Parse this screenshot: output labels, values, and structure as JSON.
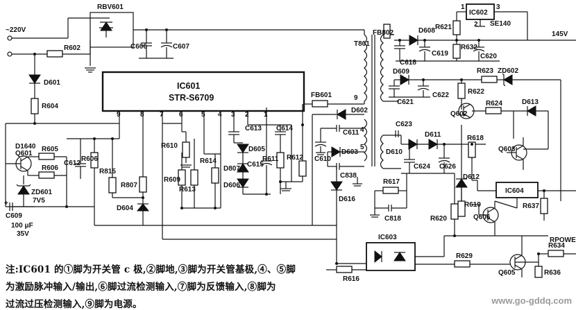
{
  "ic": {
    "ref": "IC601",
    "part": "STR-S6709",
    "pins": [
      "9",
      "8",
      "7",
      "6",
      "5",
      "4",
      "3",
      "2",
      "1"
    ]
  },
  "labels": {
    "ac_in": "~220V",
    "rbv": "RBV601",
    "ic602": "IC602",
    "se140": "SE140",
    "v145": "145V",
    "t801": "T801",
    "ic604": "IC604",
    "ic603": "IC603",
    "rpower": "RPOWER",
    "c609_val": "100 μF",
    "c609_v": "35V",
    "zd601_v": "7V5"
  },
  "resistors": [
    "R602",
    "R604",
    "R605",
    "R606",
    "R815",
    "R606",
    "R807",
    "R610",
    "R609",
    "R613",
    "R614",
    "R611",
    "R612",
    "R617",
    "R616",
    "R621",
    "R632",
    "R623",
    "R622",
    "R624",
    "R618",
    "R620",
    "R619",
    "R637",
    "R629",
    "R634",
    "R636"
  ],
  "capacitors": [
    "C606",
    "C607",
    "C612",
    "C613",
    "C614",
    "C615",
    "C611",
    "C610",
    "C838",
    "C818",
    "C618",
    "C619",
    "C620",
    "C621",
    "C622",
    "C623",
    "C624",
    "C626",
    "C609"
  ],
  "diodes": [
    "D601",
    "D602",
    "D603",
    "D616",
    "D604",
    "D605",
    "D807",
    "D606",
    "D608",
    "D609",
    "D610",
    "D611",
    "D612",
    "D613",
    "ZD602",
    "ZD601"
  ],
  "others": [
    "D1640",
    "Q601",
    "Q602",
    "Q603",
    "Q606",
    "Q605",
    "FB601",
    "FB802"
  ],
  "pin_numbers": {
    "p1": "1",
    "p2": "2",
    "p3": "3",
    "n9": "9",
    "n4": "4",
    "n5": "5"
  },
  "notes": {
    "line1": "注:IC601 的①脚为开关管 c 极,②脚地,③脚为开关管基极,④、⑤脚",
    "line2": "为激励脉冲输入/输出,⑥脚过流检测输入,⑦脚为反馈输入,⑧脚为",
    "line3": "过流过压检测输入,⑨脚为电源。"
  },
  "watermark": "www.go-gddq.com"
}
